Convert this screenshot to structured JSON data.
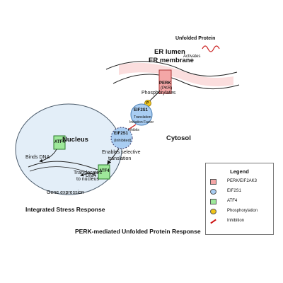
{
  "labels": {
    "unfolded_protein": "Unfolded Protein",
    "er_lumen": "ER lumen",
    "er_membrane": "ER membrane",
    "activation": "Activates",
    "perk_name": "PERK",
    "perk_sub": "(PKR)",
    "phosphorylates": "Phosphorylates",
    "eif2s1_name": "EIF2S1",
    "eif2s1_sub": "Translation",
    "eif2s1_sub2": "Initiation Factor",
    "eif2s1_p_name": "EIF2S1",
    "eif2s1_p_sub": "(Inhibited)",
    "inhibits": "Inhibits",
    "cytosol": "Cytosol",
    "nucleus": "Nucleus",
    "atf4_nucleus": "ATF4",
    "atf4_cyto": "ATF4",
    "binds_dna": "Binds DNA",
    "dna": "DNA",
    "enables": "Enables selective",
    "enables2": "translation",
    "translocates": "Translocates",
    "translocates2": "to nucleus",
    "gene_expression": "Gene expression",
    "isr": "Integrated Stress Response",
    "bottom_title": "PERK-mediated Unfolded Protein Response",
    "p_badge": "P"
  },
  "legend": {
    "title": "Legend",
    "items": [
      {
        "label": "PERK/EIF2AK3",
        "color": "#f4a6a6",
        "shape": "rect"
      },
      {
        "label": "EIF2S1",
        "color": "#a9cdf2",
        "shape": "circle"
      },
      {
        "label": "ATF4",
        "color": "#9ee89a",
        "shape": "rect"
      },
      {
        "label": "Phosphorylation",
        "color": "#f0c419",
        "shape": "circle"
      },
      {
        "label": "Inhibition",
        "color": "#cc1111",
        "shape": "line"
      }
    ]
  },
  "colors": {
    "perk": "#f4a6a6",
    "eif2s1": "#a9cdf2",
    "atf4": "#9ee89a",
    "phospho": "#f0c419",
    "inhibition": "#cc1111",
    "nucleus": "#e3eef8",
    "membrane": "#fbdede"
  }
}
